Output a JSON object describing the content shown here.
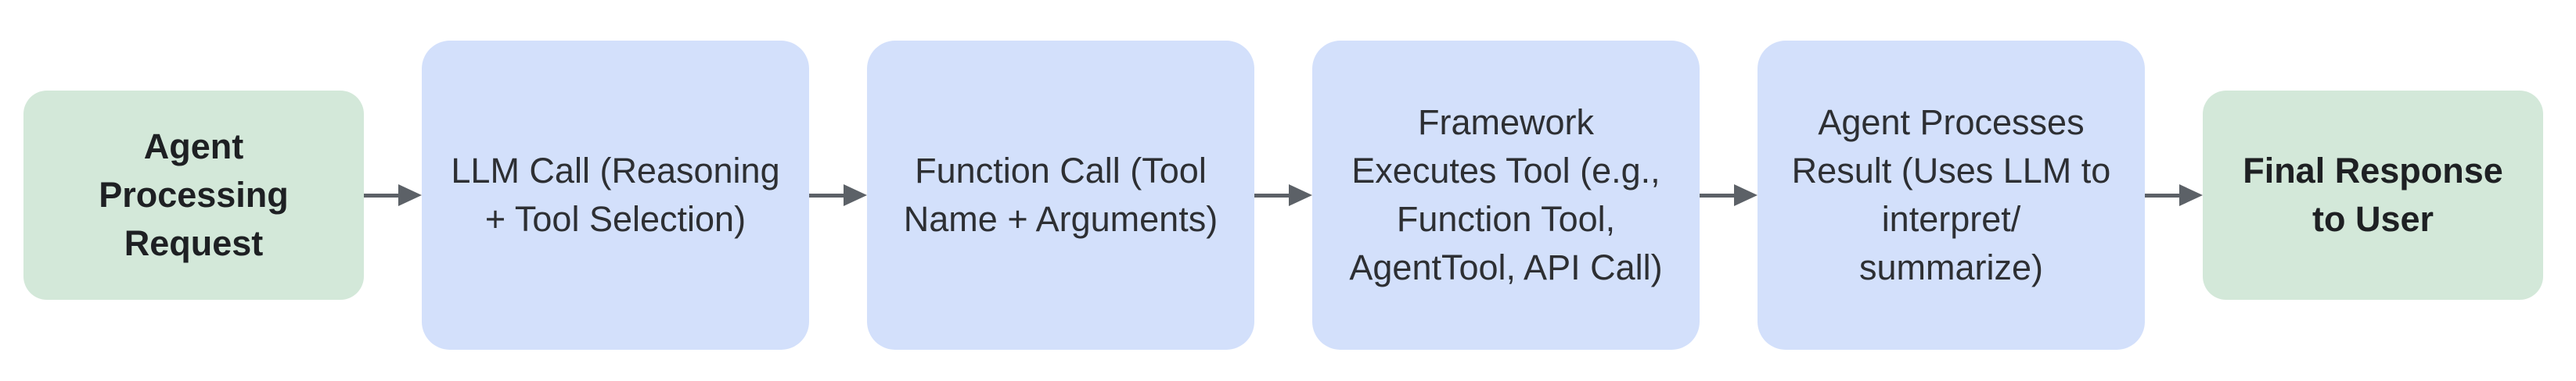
{
  "diagram": {
    "type": "flowchart",
    "direction": "left-to-right",
    "nodes": [
      {
        "id": "agent-processing-request",
        "role": "start",
        "fill": "#d3e8d9",
        "label": "Agent\nProcessing\nRequest"
      },
      {
        "id": "llm-call",
        "role": "process",
        "fill": "#d3e0fb",
        "label": "LLM Call (Reasoning\n+ Tool Selection)"
      },
      {
        "id": "function-call",
        "role": "process",
        "fill": "#d3e0fb",
        "label": "Function Call (Tool\nName + Arguments)"
      },
      {
        "id": "framework-executes-tool",
        "role": "process",
        "fill": "#d3e0fb",
        "label": "Framework\nExecutes Tool (e.g.,\nFunction Tool,\nAgentTool, API Call)"
      },
      {
        "id": "agent-processes-result",
        "role": "process",
        "fill": "#d3e0fb",
        "label": "Agent Processes\nResult (Uses LLM to\ninterpret/\nsummarize)"
      },
      {
        "id": "final-response-to-user",
        "role": "end",
        "fill": "#d3e8d9",
        "label": "Final Response\nto User"
      }
    ],
    "edges": [
      {
        "from": "agent-processing-request",
        "to": "llm-call"
      },
      {
        "from": "llm-call",
        "to": "function-call"
      },
      {
        "from": "function-call",
        "to": "framework-executes-tool"
      },
      {
        "from": "framework-executes-tool",
        "to": "agent-processes-result"
      },
      {
        "from": "agent-processes-result",
        "to": "final-response-to-user"
      }
    ],
    "colors": {
      "start_end_fill": "#d3e8d9",
      "process_fill": "#d3e0fb",
      "arrow": "#5c6167",
      "start_end_text": "#1e2023",
      "process_text": "#2d2f33",
      "background": "#ffffff"
    }
  }
}
